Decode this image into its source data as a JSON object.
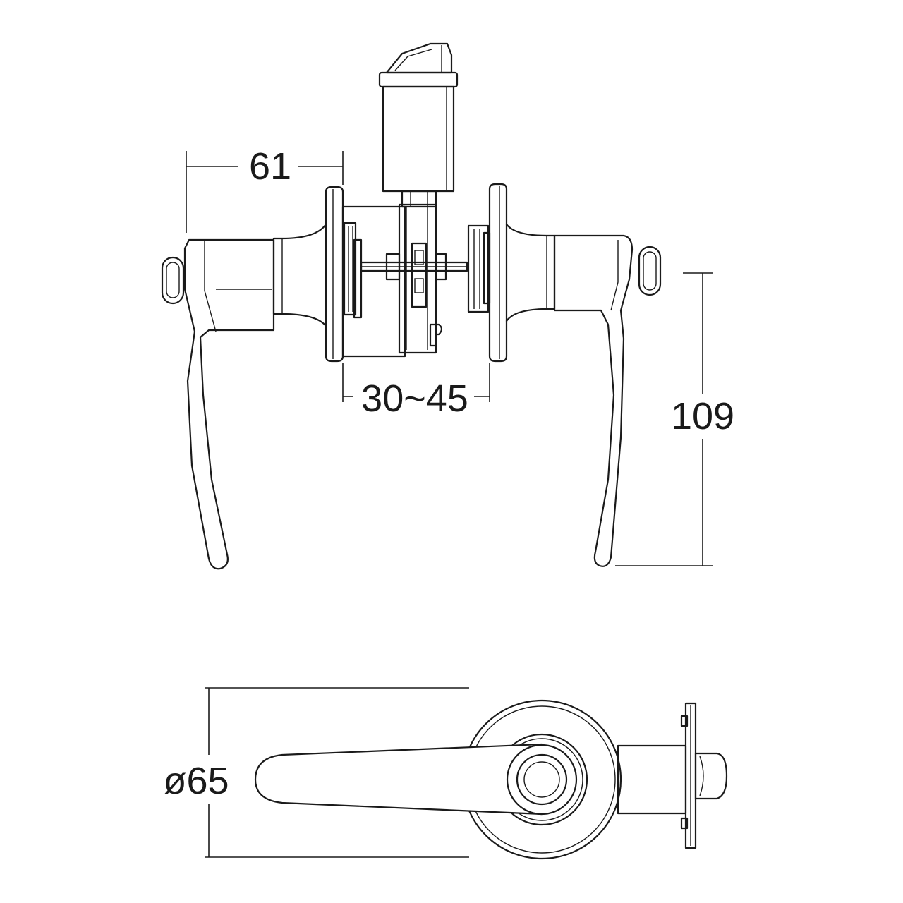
{
  "dimensions": {
    "lever_projection": "61",
    "door_thickness": "30~45",
    "lever_length": "109",
    "rose_diameter": "ø65"
  }
}
